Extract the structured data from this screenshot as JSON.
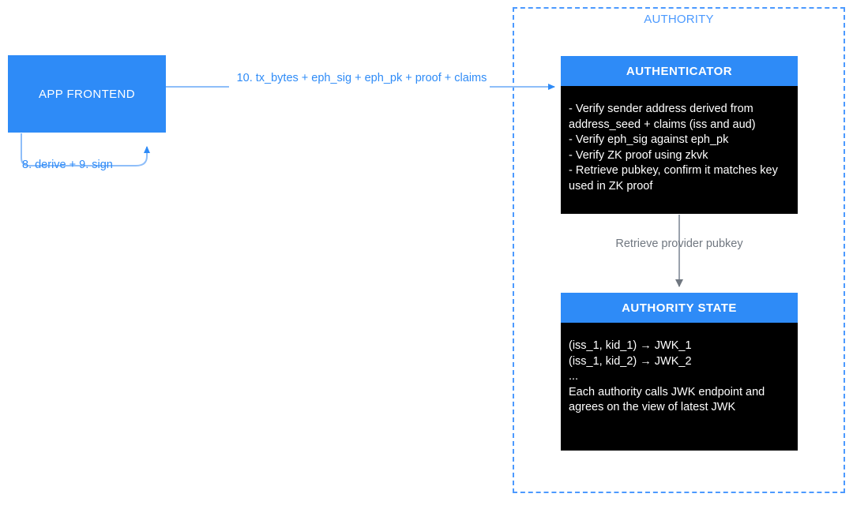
{
  "diagram": {
    "title": "zkLogin authority verification flow",
    "colors": {
      "accent_blue": "#2E8BF7",
      "dashed_blue": "#4C9AFF",
      "node_body_black": "#000000",
      "gray_text": "#707780",
      "background": "#FFFFFF"
    }
  },
  "authority_group": {
    "label": "AUTHORITY"
  },
  "nodes": {
    "frontend": {
      "label": "APP FRONTEND"
    },
    "authenticator": {
      "header": "AUTHENTICATOR",
      "body": "- Verify sender address derived from address_seed + claims (iss and aud)\n- Verify eph_sig against eph_pk\n- Verify ZK proof using zkvk\n- Retrieve pubkey, confirm it matches key used in ZK proof",
      "body_lines": [
        "- Verify sender address derived from address_seed + claims (iss and aud)",
        "- Verify eph_sig against eph_pk",
        "- Verify ZK proof using zkvk",
        "- Retrieve pubkey, confirm it matches key used in ZK proof"
      ]
    },
    "authority_state": {
      "header": "AUTHORITY STATE",
      "body": "(iss_1, kid_1) → JWK_1\n(iss_1, kid_2) → JWK_2\n...\nEach authority calls JWK endpoint and agrees on the view of latest JWK",
      "body_lines": [
        "(iss_1, kid_1) → JWK_1",
        "(iss_1, kid_2) → JWK_2",
        "...",
        "Each authority calls JWK endpoint and agrees on the view of latest JWK"
      ]
    }
  },
  "edges": {
    "frontend_to_authenticator": {
      "label": "10. tx_bytes + eph_sig + eph_pk + proof + claims"
    },
    "frontend_self_loop": {
      "label": "8. derive + 9. sign"
    },
    "authenticator_to_state": {
      "label": "Retrieve provider pubkey"
    }
  }
}
